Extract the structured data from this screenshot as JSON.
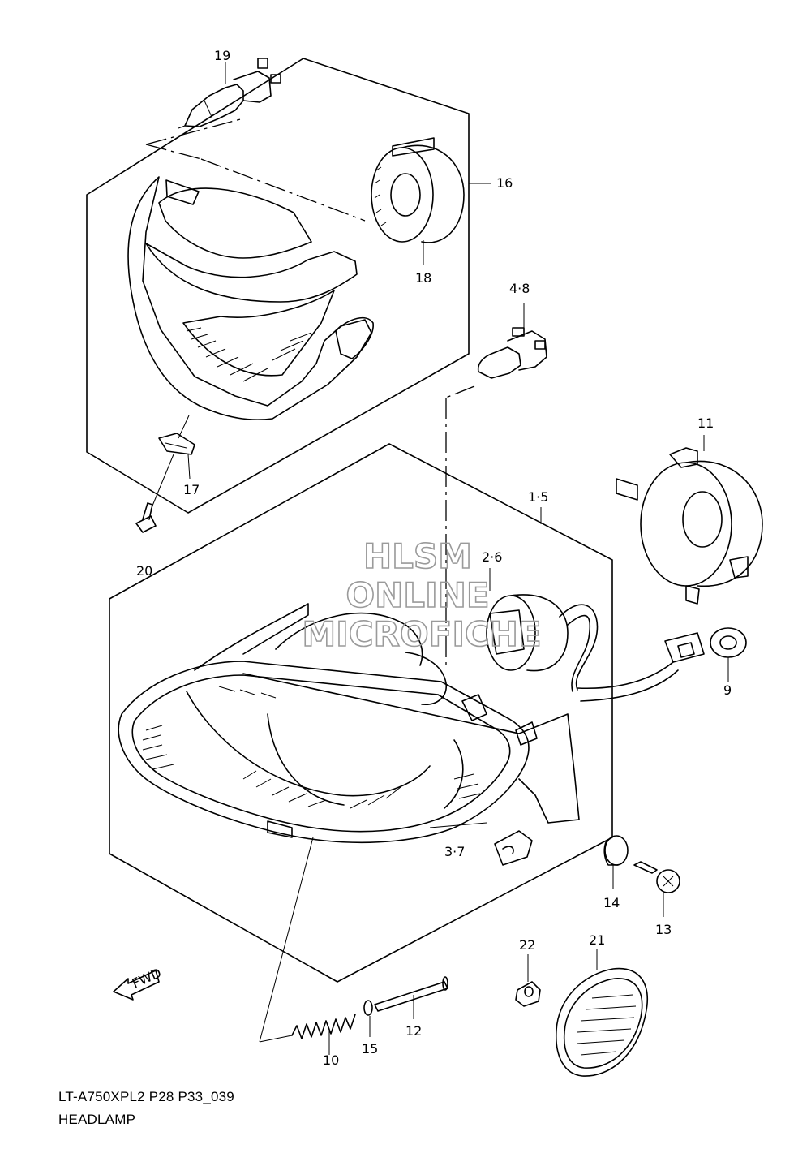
{
  "callouts": {
    "c19": "19",
    "c16": "16",
    "c18": "18",
    "c17": "17",
    "c48": "4·8",
    "c11": "11",
    "c15a": "1·5",
    "c20": "20",
    "c26": "2·6",
    "c9": "9",
    "c37": "3·7",
    "c14": "14",
    "c13": "13",
    "c22": "22",
    "c21": "21",
    "c12": "12",
    "c10": "10",
    "c15": "15"
  },
  "fwd_label": "FWD",
  "watermark": {
    "line1": "HLSM",
    "line2": "ONLINE",
    "line3": "MICROFICHE"
  },
  "footer": {
    "code": "LT-A750XPL2 P28 P33_039",
    "title": "HEADLAMP"
  },
  "colors": {
    "ink": "#000000",
    "watermark": "#9a9a9a",
    "background": "#ffffff"
  }
}
